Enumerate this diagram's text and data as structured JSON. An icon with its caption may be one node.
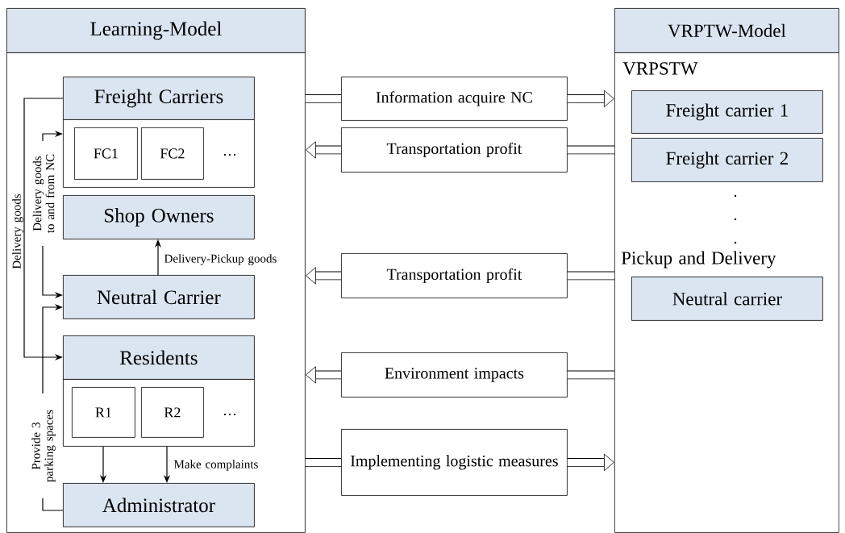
{
  "diagram": {
    "nodes": [
      {
        "text": [
          "Learning-Model"
        ]
      },
      {
        "text": [],
        "shape": "box"
      },
      {
        "text": [
          "Freight Carriers"
        ],
        "in": 1
      },
      {
        "text": [],
        "shape": "box",
        "in": 1
      },
      {
        "text": [
          "FC1"
        ],
        "in": 3
      },
      {
        "text": [
          "FC2"
        ],
        "in": 3
      },
      {
        "text": [
          "Shop Owners"
        ],
        "in": 1
      },
      {
        "text": [
          "Neutral Carrier"
        ],
        "in": 1
      },
      {
        "text": [
          "Residents"
        ],
        "in": 1
      },
      {
        "text": [],
        "shape": "box",
        "in": 1
      },
      {
        "text": [
          "R1"
        ],
        "in": 9
      },
      {
        "text": [
          "R2"
        ],
        "in": 9
      },
      {
        "text": [
          "Administrator"
        ],
        "in": 1
      },
      {
        "text": [
          "Information acquire NC"
        ]
      },
      {
        "text": [
          "Transportation profit"
        ]
      },
      {
        "text": [
          "Transportation profit"
        ]
      },
      {
        "text": [
          "Environment impacts"
        ]
      },
      {
        "text": [
          "Implementing logistic measures"
        ]
      },
      {
        "text": [
          "VRPTW-Model"
        ]
      },
      {
        "text": [],
        "shape": "box"
      },
      {
        "text": [
          "Freight carrier 1"
        ],
        "in": 19
      },
      {
        "text": [
          "Freight carrier 2"
        ],
        "in": 19
      },
      {
        "text": [
          "Neutral carrier"
        ],
        "in": 19
      }
    ],
    "edges": [
      {
        "from": 2,
        "to": 8,
        "arrow": "to",
        "label": "Delivery goods"
      },
      {
        "from": 7,
        "to": 3,
        "arrow": "both",
        "label": "Delivery goods to and from NC"
      },
      {
        "from": 7,
        "to": 6,
        "arrow": "to",
        "label": "Delivery-Pickup goods"
      },
      {
        "from": 12,
        "to": 7,
        "arrow": "to",
        "label": "Provide 3 parking spaces"
      },
      {
        "from": 9,
        "to": 12,
        "arrow": "to"
      },
      {
        "from": 9,
        "to": 12,
        "arrow": "to",
        "label": "Make complaints"
      },
      {
        "from": 1,
        "to": 13,
        "arrow": "none"
      },
      {
        "from": 13,
        "to": 19,
        "arrow": "to"
      },
      {
        "from": 19,
        "to": 14,
        "arrow": "none"
      },
      {
        "from": 14,
        "to": 1,
        "arrow": "to"
      },
      {
        "from": 19,
        "to": 15,
        "arrow": "none"
      },
      {
        "from": 15,
        "to": 1,
        "arrow": "to"
      },
      {
        "from": 19,
        "to": 16,
        "arrow": "none"
      },
      {
        "from": 16,
        "to": 1,
        "arrow": "to"
      },
      {
        "from": 1,
        "to": 17,
        "arrow": "none"
      },
      {
        "from": 17,
        "to": 19,
        "arrow": "to"
      }
    ],
    "labels": [
      "…",
      "…",
      "VRPSTW",
      ".",
      ".",
      ".",
      "Pickup and Delivery"
    ]
  }
}
